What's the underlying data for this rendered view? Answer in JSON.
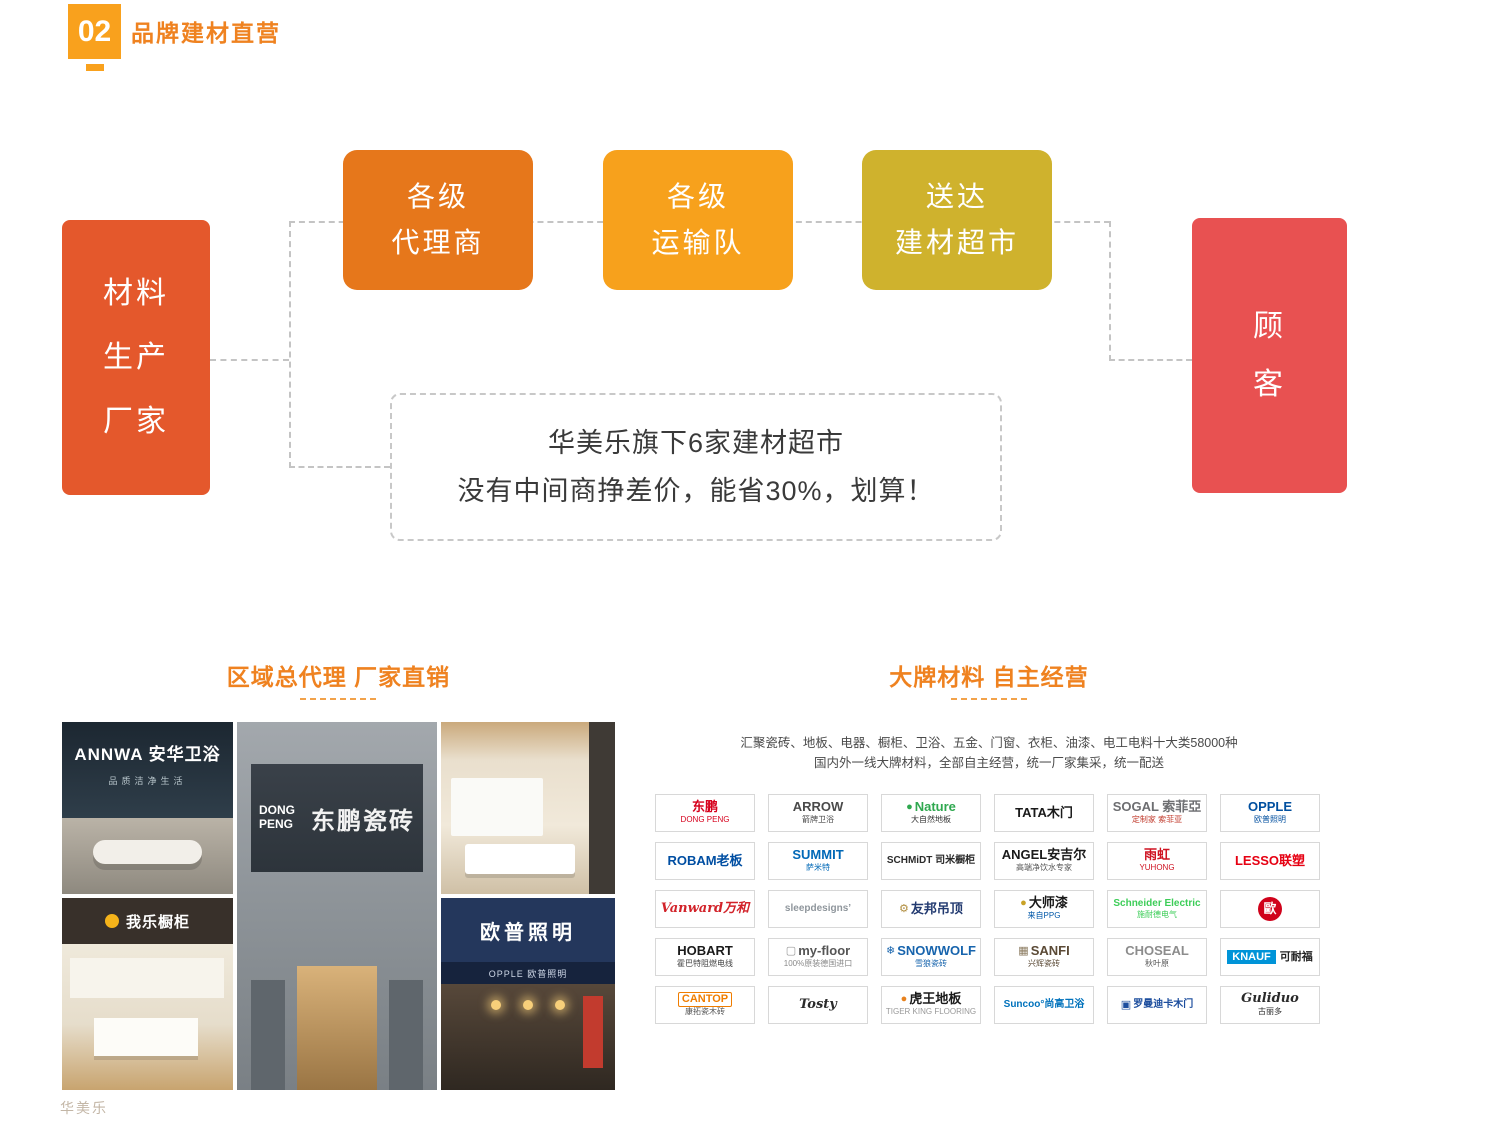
{
  "header": {
    "number": "02",
    "title": "品牌建材直营",
    "accent_color": "#f9a11d"
  },
  "diagram": {
    "producer_lines": [
      "材料",
      "生产",
      "厂家"
    ],
    "steps": [
      {
        "line1": "各级",
        "line2": "代理商"
      },
      {
        "line1": "各级",
        "line2": "运输队"
      },
      {
        "line1": "送达",
        "line2": "建材超市"
      }
    ],
    "customer_lines": [
      "顾",
      "客"
    ],
    "note_line1": "华美乐旗下6家建材超市",
    "note_line2": "没有中间商挣差价，能省30%，划算！",
    "colors": {
      "producer": "#e4582c",
      "step1": "#e6771b",
      "step2": "#f7a11c",
      "step3": "#cfb22d",
      "customer": "#e85151"
    }
  },
  "gallery": {
    "title": "区域总代理 厂家直销",
    "photos": {
      "annwa": {
        "brand": "ANNWA",
        "name": "安华卫浴",
        "tagline": "品质洁净生活"
      },
      "dongpeng": {
        "brand": "DONG PENG",
        "name": "东鹏瓷砖"
      },
      "wole": {
        "name": "我乐橱柜"
      },
      "opple": {
        "name": "欧普照明",
        "strip": "OPPLE 欧普照明"
      }
    }
  },
  "brand_wall": {
    "title": "大牌材料 自主经营",
    "subtitle1": "汇聚瓷砖、地板、电器、橱柜、卫浴、五金、门窗、衣柜、油漆、电工电料十大类58000种",
    "subtitle2": "国内外一线大牌材料，全部自主经营，统一厂家集采，统一配送",
    "brands": [
      {
        "main": "东鹏",
        "sub": "DONG PENG",
        "color": "#d6001c",
        "sub_color": "#d6001c"
      },
      {
        "main": "ARROW",
        "sub": "箭牌卫浴",
        "color": "#4a4a4a",
        "sub_color": "#4a4a4a"
      },
      {
        "icon": "●",
        "icon_color": "#2fa84f",
        "main": "Nature",
        "sub": "大自然地板",
        "color": "#2fa84f",
        "sub_color": "#333333"
      },
      {
        "main": "TATA木门",
        "sub": "",
        "color": "#1a1a1a"
      },
      {
        "main": "SOGAL 索菲亞",
        "sub": "定制家 索菲亚",
        "color": "#6d6e71",
        "sub_color": "#c0392b"
      },
      {
        "main": "OPPLE",
        "sub": "欧普照明",
        "color": "#004f9f",
        "sub_color": "#004f9f"
      },
      {
        "main": "ROBAM老板",
        "sub": "",
        "color": "#004ea2"
      },
      {
        "main": "SUMMIT",
        "sub": "萨米特",
        "color": "#0068b7",
        "sub_color": "#0068b7"
      },
      {
        "main": "SCHMiDT 司米橱柜",
        "sub": "",
        "color": "#2b2b2b",
        "cls": "small"
      },
      {
        "main": "ANGEL安吉尔",
        "sub": "高端净饮水专家",
        "color": "#1a1a1a",
        "sub_color": "#555555"
      },
      {
        "main": "雨虹",
        "sub": "YUHONG",
        "color": "#cf1322",
        "sub_color": "#cf1322"
      },
      {
        "main": "LESSO联塑",
        "sub": "",
        "color": "#e60012"
      },
      {
        "main": "Vanward万和",
        "sub": "",
        "color": "#d2232a",
        "cls": "script"
      },
      {
        "main": "sleepdesigns’",
        "sub": "",
        "color": "#8f969c",
        "cls": "small"
      },
      {
        "icon": "⚙",
        "icon_color": "#b08d3e",
        "main": "友邦吊顶",
        "sub": "",
        "color": "#223a70"
      },
      {
        "icon": "●",
        "icon_color": "#c9a227",
        "main": "大师漆",
        "sub": "来自PPG",
        "color": "#1a1a1a",
        "sub_color": "#0057a8"
      },
      {
        "main": "Schneider Electric",
        "sub": "施耐德电气",
        "color": "#3dcd58",
        "sub_color": "#3dcd58",
        "cls": "small"
      },
      {
        "main": "歐",
        "sub": "",
        "color": "#ffffff",
        "cls": "seal"
      },
      {
        "main": "HOBART",
        "sub": "霍巴特阻燃电线",
        "color": "#1a1a1a",
        "sub_color": "#444444"
      },
      {
        "icon": "▢",
        "icon_color": "#999999",
        "main": "my-floor",
        "sub": "100%原装德国进口",
        "color": "#555555",
        "sub_color": "#8a8a8a"
      },
      {
        "icon": "❄",
        "icon_color": "#1764ad",
        "main": "SNOWWOLF",
        "sub": "雪狼瓷砖",
        "color": "#1764ad",
        "sub_color": "#1764ad"
      },
      {
        "icon": "▦",
        "icon_color": "#8a7a5f",
        "main": "SANFI",
        "sub": "兴辉瓷砖",
        "color": "#5b4a36",
        "sub_color": "#5b4a36"
      },
      {
        "main": "CHOSEAL",
        "sub": "秋叶原",
        "color": "#8c8c8c",
        "sub_color": "#595959"
      },
      {
        "main": "KNAUF",
        "sub": "可耐福",
        "color": "#ffffff",
        "sub_color": "#222222",
        "cls": "inline knauf"
      },
      {
        "main": "CANTOP",
        "sub": "康拓瓷木砖",
        "color": "#f07d00",
        "sub_color": "#555555",
        "cls": "cantop"
      },
      {
        "main": "Tosty",
        "sub": "",
        "color": "#2b2b2b",
        "cls": "script"
      },
      {
        "icon": "●",
        "icon_color": "#e8821e",
        "main": "虎王地板",
        "sub": "TIGER KING FLOORING",
        "color": "#1a1a1a",
        "sub_color": "#999999"
      },
      {
        "main": "Suncoo°尚高卫浴",
        "sub": "",
        "color": "#0072bc",
        "cls": "small"
      },
      {
        "icon": "▣",
        "icon_color": "#1d4e9e",
        "main": "罗曼迪卡木门",
        "sub": "",
        "color": "#1d4e9e",
        "cls": "small"
      },
      {
        "main": "Guliduo",
        "sub": "古丽多",
        "color": "#2b2b2b",
        "sub_color": "#2b2b2b",
        "cls": "script"
      }
    ]
  },
  "footer": {
    "watermark": "华美乐"
  }
}
